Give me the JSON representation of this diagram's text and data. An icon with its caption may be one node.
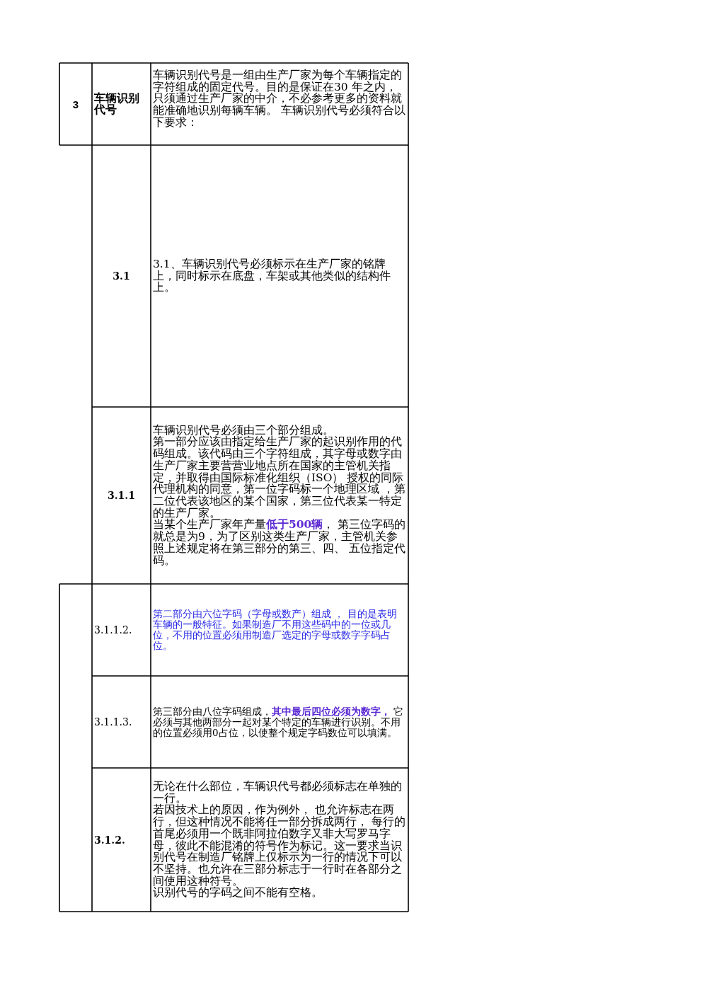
{
  "diagram": {
    "labels": [
      "3",
      "车辆识别代号",
      "车辆识别代号是一组由生产厂家为每个车辆指定的字符组成的固定代号。目的是保证在30 年之内，只须通过生产厂家的中介，不必参考更多的资料就能准确地识别每辆车辆。 车辆识别代号必须符合以下要求：",
      "3.1",
      "3.1、车辆识别代号必须标示在生产厂家的铭牌上，同时标示在底盘，车架或其他类似的结构件上。",
      "3.1.1",
      "车辆识别代号必须由三个部分组成。",
      "第一部分应该由指定给生产厂家的起识别作用的代码组成。该代码由三个字符组成，其字母或数字由生产厂家主要营营业地点所在国家的主管机关指定，并取得由国际标准化组织（ISO） 授权的同际代理机构的同意，第一位字码标一个地理区域 ，第二位代表该地区的某个国家，第三位代表某一特定的生产厂家。",
      "当某个生产厂家年产量**低于500辆**， 第三位字码的就总是为9，为了区别这类生产厂家，主管机关参照上述规定将在第三部分的第三、四、 五位指定代码。",
      "3.1.1.2.",
      "第二部分由六位字码（字母或数产）组成 ， 目的是表明车辆的一般特征。如果制造厂不用这些码中的一位或几位，不用的位置必须用制造厂选定的字母或数字字码占位。",
      "3.1.1.3.",
      "第三部分由八位字码组成，**其中最后四位必须为数字，** 它必须与其他两部分一起对某个特定的车辆进行识别。不用的位置必须用0占位，以使整个规定字码数位可以填满。",
      "3.1.2.",
      "无论在什么部位，车辆识代号都必须标志在单独的一行。",
      "若因技术上的原因，作为例外， 也允许标志在两行，但这种情况不能将任一部分拆成两行， 每行的首尾必须用一个既非阿拉伯数字又非大写罗马字母，彼此不能混淆的符号作为标记。这一要求当识别代号在制造厂铭牌上仅标示为一行的情况下可以不坚持。也允许在三部分标志于一行时在各部分之间使用这种符号。",
      "识别代号的字码之间不能有空格。"
    ]
  }
}
